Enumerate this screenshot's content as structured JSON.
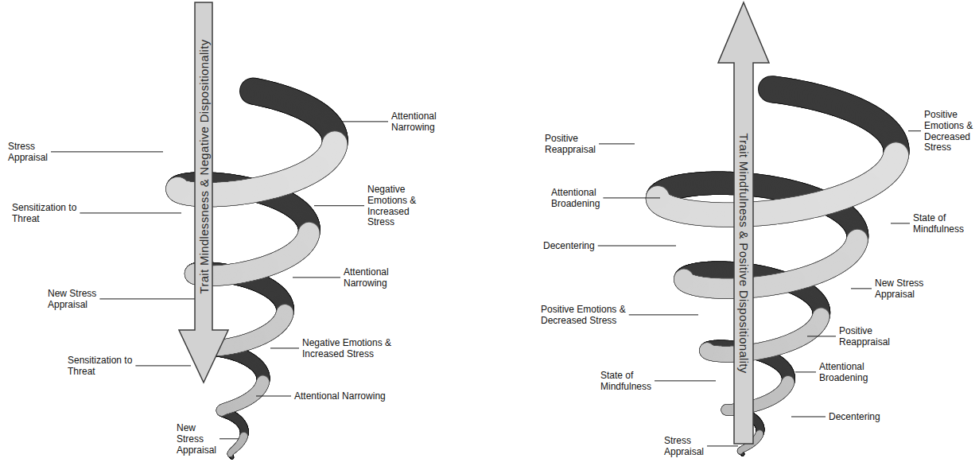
{
  "diagram": {
    "nodes": [
      {
        "text": [
          "Trait Mindlessness & Negative Dispositionality"
        ]
      },
      {
        "text": [
          "Trait Mindfulness & Positive Dispositionality"
        ]
      }
    ],
    "edges": [],
    "labels": [
      "Attentional Narrowing",
      "Stress Appraisal",
      "Negative Emotions & Increased Stress",
      "Sensitization to Threat",
      "Attentional Narrowing",
      "New Stress Appraisal",
      "Negative Emotions & Increased Stress",
      "Sensitization to Threat",
      "Attentional Narrowing",
      "New Stress Appraisal",
      "Positive Emotions & Decreased Stress",
      "Positive Reappraisal",
      "Attentional Broadening",
      "State of Mindfulness",
      "Decentering",
      "New Stress Appraisal",
      "Positive Emotions & Decreased Stress",
      "Positive Reappraisal",
      "State of Mindfulness",
      "Attentional Broadening",
      "Decentering",
      "Stress Appraisal"
    ]
  }
}
